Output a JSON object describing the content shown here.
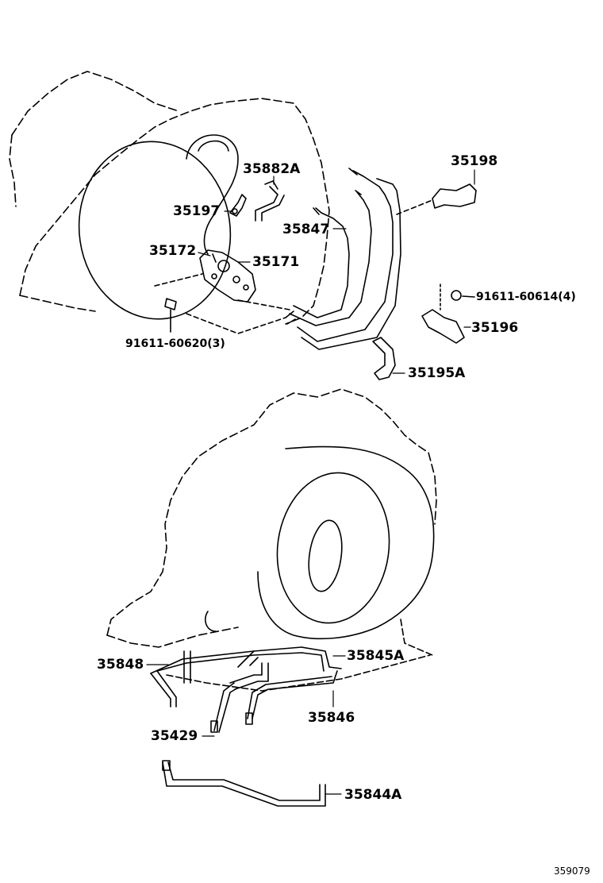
{
  "labels": {
    "p35882A": "35882A",
    "p35197": "35197",
    "p35198": "35198",
    "p35847": "35847",
    "p35172": "35172",
    "p35171": "35171",
    "p91611_60614": "91611-60614(4)",
    "p91611_60620": "91611-60620(3)",
    "p35196": "35196",
    "p35195A": "35195A",
    "p35848": "35848",
    "p35845A": "35845A",
    "p35846": "35846",
    "p35429": "35429",
    "p35844A": "35844A"
  },
  "drawing_code": "359079"
}
